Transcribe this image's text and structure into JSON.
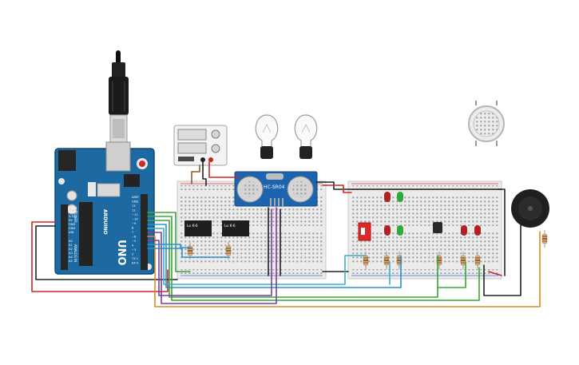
{
  "board": {
    "logo": "UNO",
    "brand": "ARDUINO",
    "power_labels": [
      "IOREF",
      "RESET",
      "3.3V",
      "5V",
      "GND",
      "GND",
      "VIN"
    ],
    "analog_labels": [
      "A0",
      "A1",
      "A2",
      "A3",
      "A4",
      "A5"
    ],
    "digital_labels": [
      "AREF",
      "GND",
      "13",
      "12",
      "~11",
      "~10",
      "~9",
      "8",
      "7",
      "~6",
      "~5",
      "4",
      "~3",
      "2",
      "TX 1",
      "RX 0"
    ],
    "power_header": "POWER",
    "analog_header": "ANALOG IN"
  },
  "sensor": {
    "label": "HC-SR04"
  },
  "relays": [
    {
      "label": "Lo K-6"
    },
    {
      "label": "Lo K-6"
    }
  ],
  "colors": {
    "arduino": "#1d6aa3",
    "breadboard": "#ebebeb",
    "wire_red": "#d42525",
    "wire_black": "#222222",
    "wire_green": "#3aa53a",
    "wire_blue": "#2a8fd0",
    "wire_purple": "#7b3fa0",
    "wire_orange": "#e08a1e",
    "wire_cyan": "#38b2c9",
    "wire_brown": "#8a5a2b"
  }
}
